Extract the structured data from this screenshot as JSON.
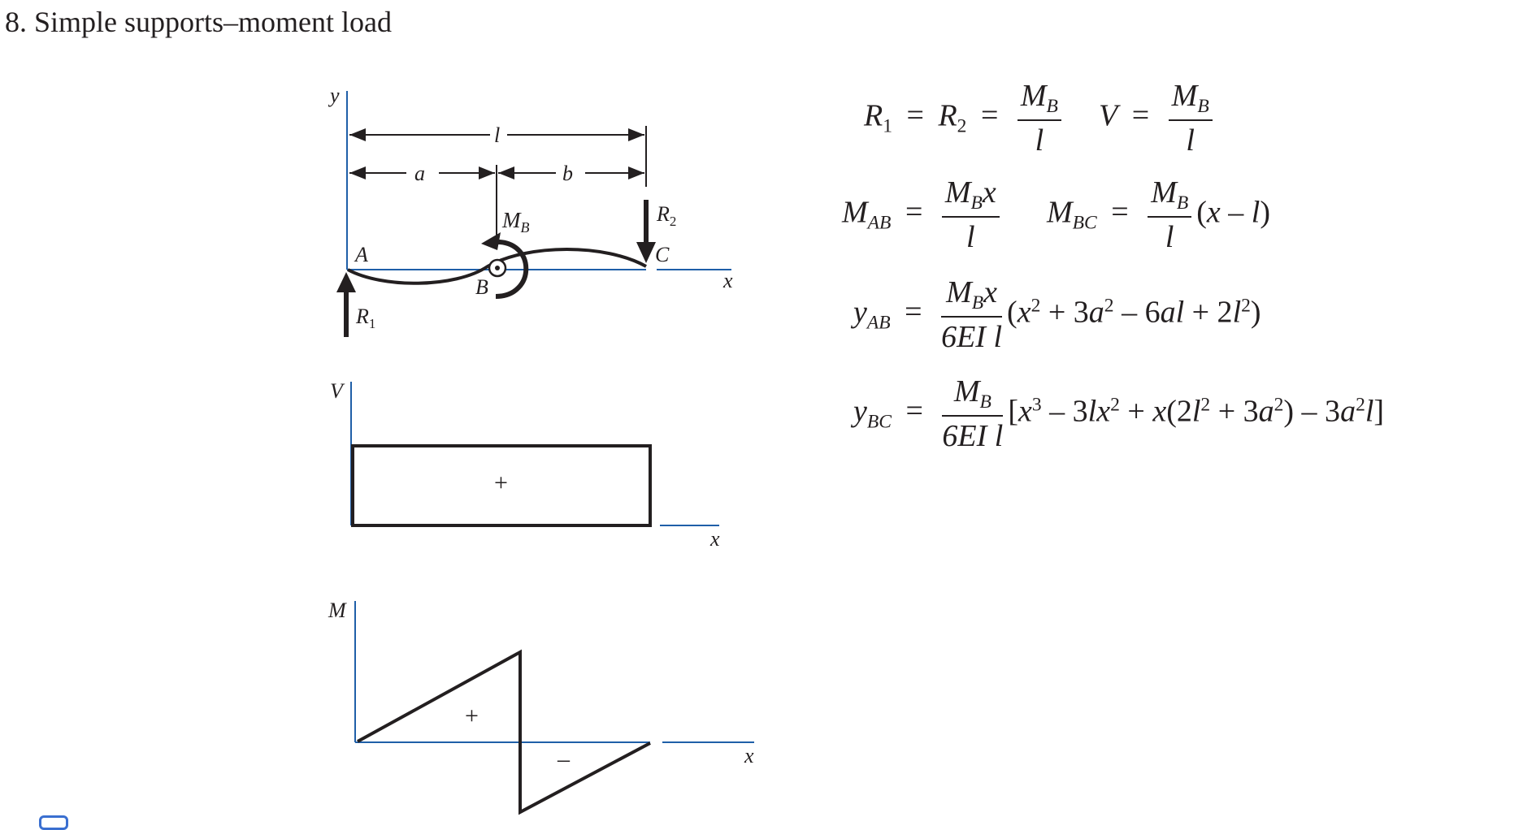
{
  "title": "8. Simple supports–moment load",
  "colors": {
    "axis": "#1f5fa8",
    "ink": "#231f20",
    "accent_icon": "#3a6fd0"
  },
  "beam_diagram": {
    "y_axis": "y",
    "x_axis": "x",
    "dim_l": "l",
    "dim_a": "a",
    "dim_b": "b",
    "moment_M": "M",
    "moment_sub": "B",
    "point_A": "A",
    "point_B": "B",
    "point_C": "C",
    "reaction_R": "R",
    "reaction1_sub": "1",
    "reaction2_sub": "2"
  },
  "shear_diagram": {
    "y_axis": "V",
    "x_axis": "x",
    "sign": "+"
  },
  "moment_diagram": {
    "y_axis": "M",
    "x_axis": "x",
    "sign_pos": "+",
    "sign_neg": "–"
  },
  "equations": {
    "reactions": {
      "R": "R",
      "s1": "1",
      "s2": "2",
      "eq": "=",
      "num_M": "M",
      "num_sub": "B",
      "den": "l"
    },
    "shear": {
      "V": "V",
      "eq": "=",
      "num_M": "M",
      "num_sub": "B",
      "den": "l"
    },
    "M_AB": {
      "M": "M",
      "sub": "AB",
      "eq": "=",
      "num_M": "M",
      "num_sub": "B",
      "num_x": "x",
      "den": "l"
    },
    "M_BC": {
      "M": "M",
      "sub": "BC",
      "eq": "=",
      "num_M": "M",
      "num_sub": "B",
      "den": "l",
      "tail_open": "(",
      "tail_x": "x",
      "tail_minus": "–",
      "tail_l": "l",
      "tail_close": ")"
    },
    "y_AB": {
      "y": "y",
      "sub": "AB",
      "eq": "=",
      "num_M": "M",
      "num_sub": "B",
      "num_x": "x",
      "den": "6EI l",
      "t1": "(",
      "t2": "x",
      "t3": "2",
      "t4": " + 3",
      "t5": "a",
      "t6": "2",
      "t7": " – 6",
      "t8": "al",
      "t9": " + 2",
      "t10": "l",
      "t11": "2",
      "t12": ")"
    },
    "y_BC": {
      "y": "y",
      "sub": "BC",
      "eq": "=",
      "num_M": "M",
      "num_sub": "B",
      "den": "6EI l",
      "t1": "[",
      "t2": "x",
      "t3": "3",
      "t4": " – 3",
      "t5": "lx",
      "t6": "2",
      "t7": " + ",
      "t8": "x",
      "t9": "(2",
      "t10": "l",
      "t11": "2",
      "t12": " + 3",
      "t13": "a",
      "t14": "2",
      "t15": ") – 3",
      "t16": "a",
      "t17": "2",
      "t18": "l",
      "t19": "]"
    }
  }
}
